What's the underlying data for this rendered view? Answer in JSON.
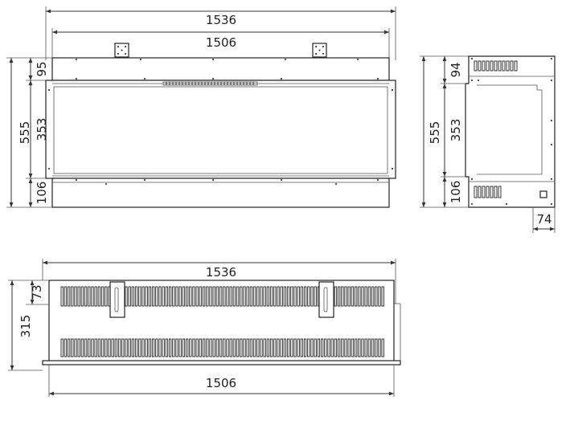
{
  "front_view": {
    "overall_width": "1536",
    "inner_width": "1506",
    "top_height": "95",
    "mid_height": "353",
    "overall_height": "555",
    "bottom_height": "106"
  },
  "side_view": {
    "top_height": "94",
    "overall_height": "555",
    "mid_height": "353",
    "bottom_height": "106",
    "depth": "74"
  },
  "top_view": {
    "overall_width": "1536",
    "bracket_depth": "73",
    "overall_depth": "315",
    "inner_width": "1506"
  }
}
